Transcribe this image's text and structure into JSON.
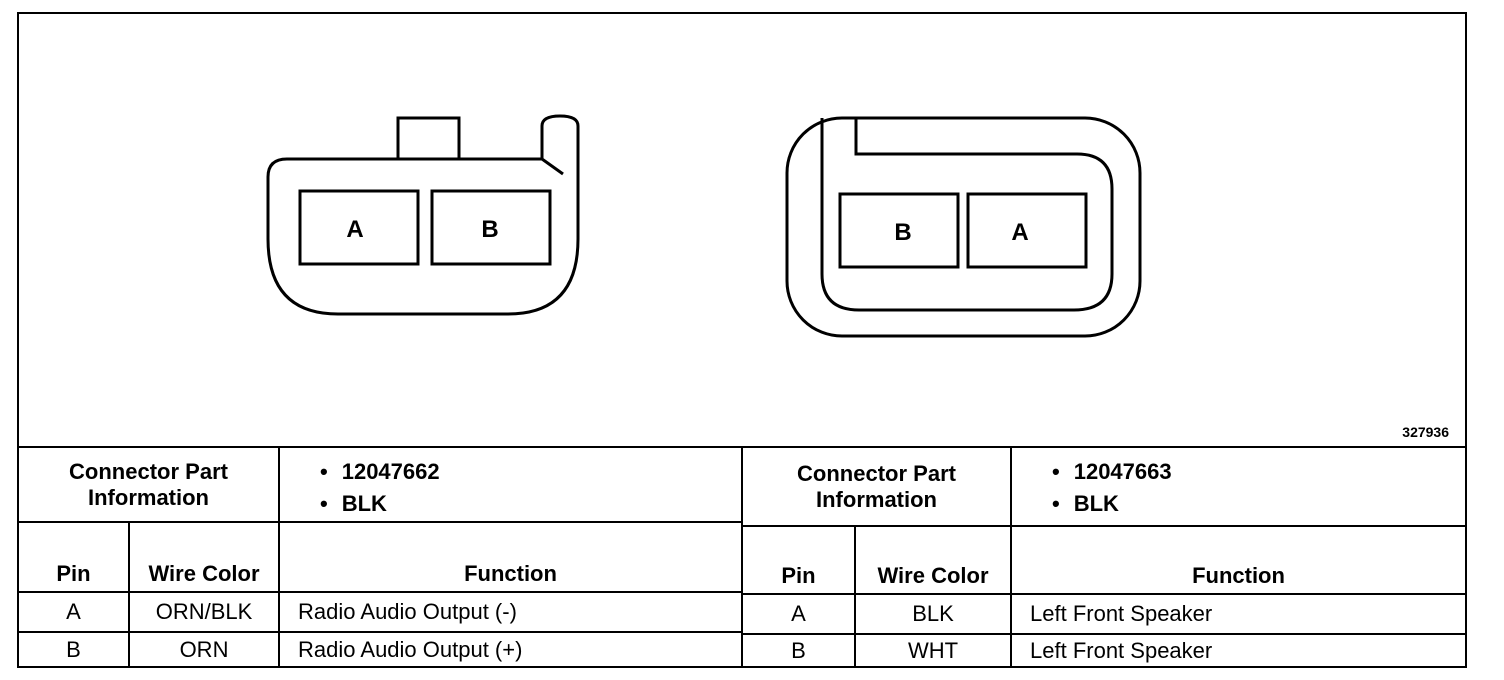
{
  "figure_id": "327936",
  "connectors": [
    {
      "diagram_pins": [
        "A",
        "B"
      ],
      "info_label": "Connector Part Information",
      "info_values": [
        "12047662",
        "BLK"
      ],
      "headers": {
        "pin": "Pin",
        "wire_color": "Wire Color",
        "function": "Function"
      },
      "rows": [
        {
          "pin": "A",
          "wire_color": "ORN/BLK",
          "function": "Radio Audio Output (-)"
        },
        {
          "pin": "B",
          "wire_color": "ORN",
          "function": "Radio Audio Output (+)"
        }
      ]
    },
    {
      "diagram_pins": [
        "B",
        "A"
      ],
      "info_label": "Connector Part Information",
      "info_values": [
        "12047663",
        "BLK"
      ],
      "headers": {
        "pin": "Pin",
        "wire_color": "Wire Color",
        "function": "Function"
      },
      "rows": [
        {
          "pin": "A",
          "wire_color": "BLK",
          "function": "Left Front Speaker"
        },
        {
          "pin": "B",
          "wire_color": "WHT",
          "function": "Left Front Speaker"
        }
      ]
    }
  ]
}
